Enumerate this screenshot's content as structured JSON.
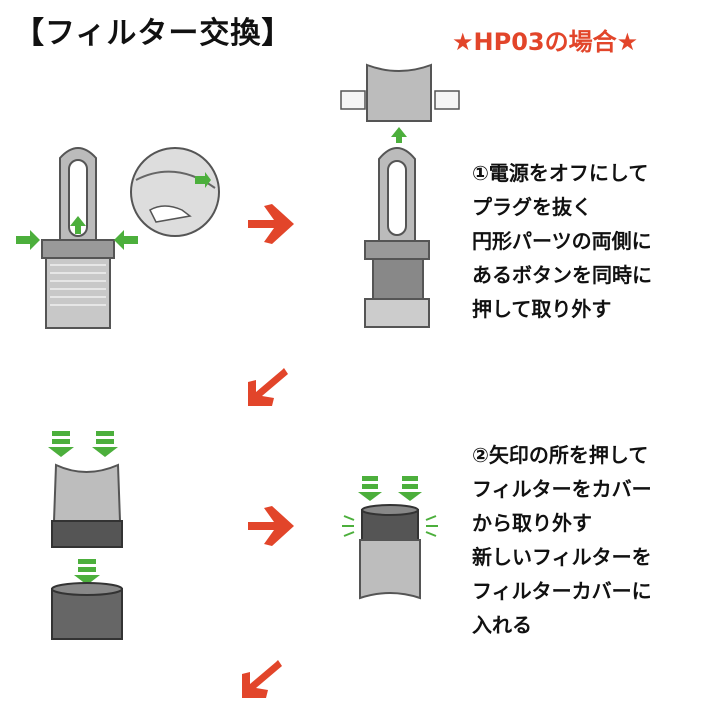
{
  "header": {
    "title": "【フィルター交換】",
    "badge": "★HP03の場合★"
  },
  "steps": [
    {
      "lines": [
        "①電源をオフにして",
        "プラグを抜く",
        "円形パーツの両側に",
        "あるボタンを同時に",
        "押して取り外す"
      ]
    },
    {
      "lines": [
        "②矢印の所を押して",
        "フィルターをカバー",
        "から取り外す",
        "新しいフィルターを",
        "フィルターカバーに",
        "入れる"
      ]
    }
  ],
  "colors": {
    "accent": "#e2452a",
    "arrow_green": "#4caf3c",
    "device_gray": "#9a9a9a"
  },
  "icons": [
    "right-arrow-icon",
    "down-left-arrow-icon",
    "green-push-arrow-icon"
  ]
}
